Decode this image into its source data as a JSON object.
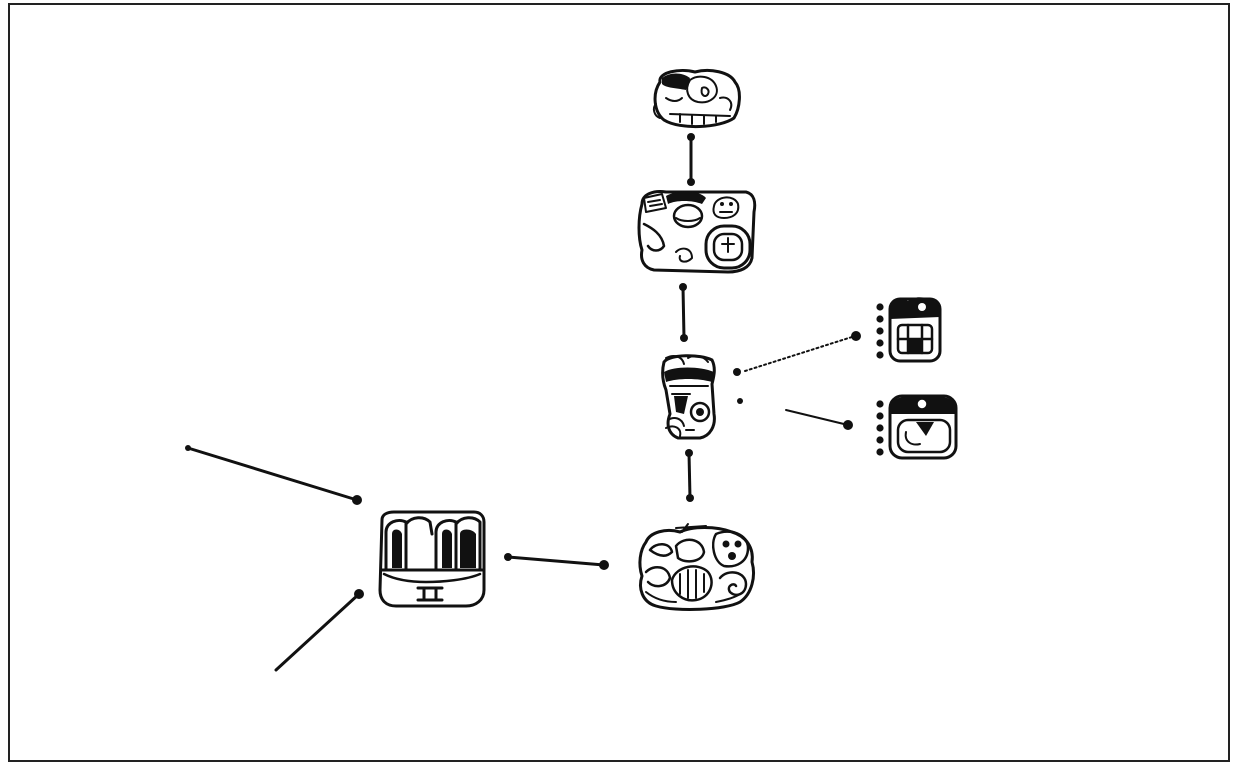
{
  "figure": {
    "glyphs": [
      {
        "id": "top-head"
      },
      {
        "id": "face-with-cartouche"
      },
      {
        "id": "center-figure"
      },
      {
        "id": "right-upper-numbered",
        "dots": 5
      },
      {
        "id": "right-lower-numbered",
        "dots": 5
      },
      {
        "id": "bottom-monkey"
      },
      {
        "id": "left-block"
      }
    ],
    "links": [
      {
        "from": "top-head",
        "to": "face-with-cartouche"
      },
      {
        "from": "face-with-cartouche",
        "to": "center-figure"
      },
      {
        "from": "center-figure",
        "to": "right-upper-numbered"
      },
      {
        "from": "center-figure",
        "to": "right-lower-numbered"
      },
      {
        "from": "center-figure",
        "to": "bottom-monkey"
      },
      {
        "from": "left-block",
        "to": "bottom-monkey"
      },
      {
        "from": "left-block",
        "to": "upper-left-edge"
      },
      {
        "from": "left-block",
        "to": "lower-left-edge"
      }
    ],
    "colors": {
      "ink": "#111111",
      "paper": "#ffffff",
      "frame": "#222222"
    }
  }
}
